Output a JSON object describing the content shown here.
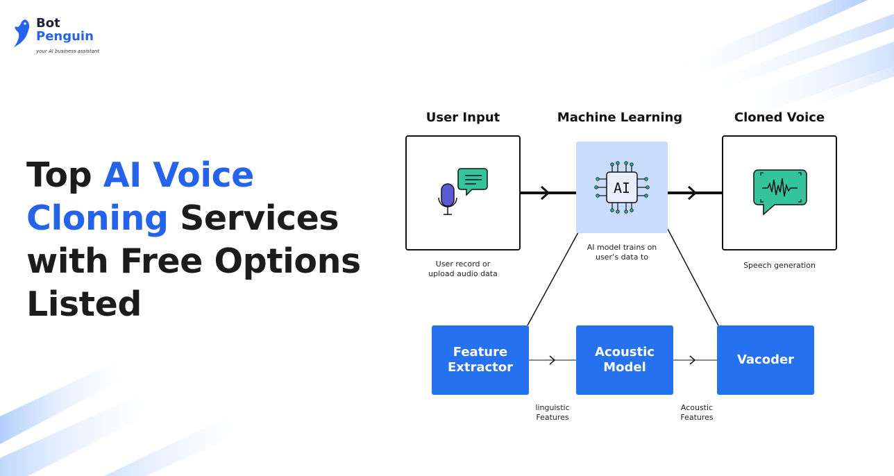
{
  "colors": {
    "accent": "#2563eb",
    "box_blue": "#2571f0",
    "ml_box": "#c9dcfb",
    "deco_blue": "#b9d3fb"
  },
  "logo": {
    "line1": "Bot",
    "line2": "Penguin",
    "tagline": "your AI business assistant",
    "icon": "penguin-icon"
  },
  "headline": {
    "w1": "Top",
    "w2": "AI Voice",
    "w3": "Cloning",
    "w4": "Services",
    "w5": "with Free Options",
    "w6": "Listed"
  },
  "diagram": {
    "columns": {
      "user_input": {
        "title": "User Input",
        "caption_line1": "User record or",
        "caption_line2": "upload audio data",
        "icon": "microphone-chat-icon"
      },
      "machine_learning": {
        "title": "Machine Learning",
        "caption_line1": "AI model trains on",
        "caption_line2": "user’s data to",
        "icon": "ai-chip-icon",
        "chip_label": "AI"
      },
      "cloned_voice": {
        "title": "Cloned Voice",
        "caption": "Speech generation",
        "icon": "waveform-chat-icon"
      }
    },
    "pipeline": {
      "feature_extractor": {
        "line1": "Feature",
        "line2": "Extractor"
      },
      "acoustic_model": {
        "line1": "Acoustic",
        "line2": "Model"
      },
      "vocoder": {
        "label": "Vacoder"
      },
      "edge1": {
        "line1": "linguistic",
        "line2": "Features"
      },
      "edge2": {
        "line1": "Acoustic",
        "line2": "Features"
      }
    }
  }
}
